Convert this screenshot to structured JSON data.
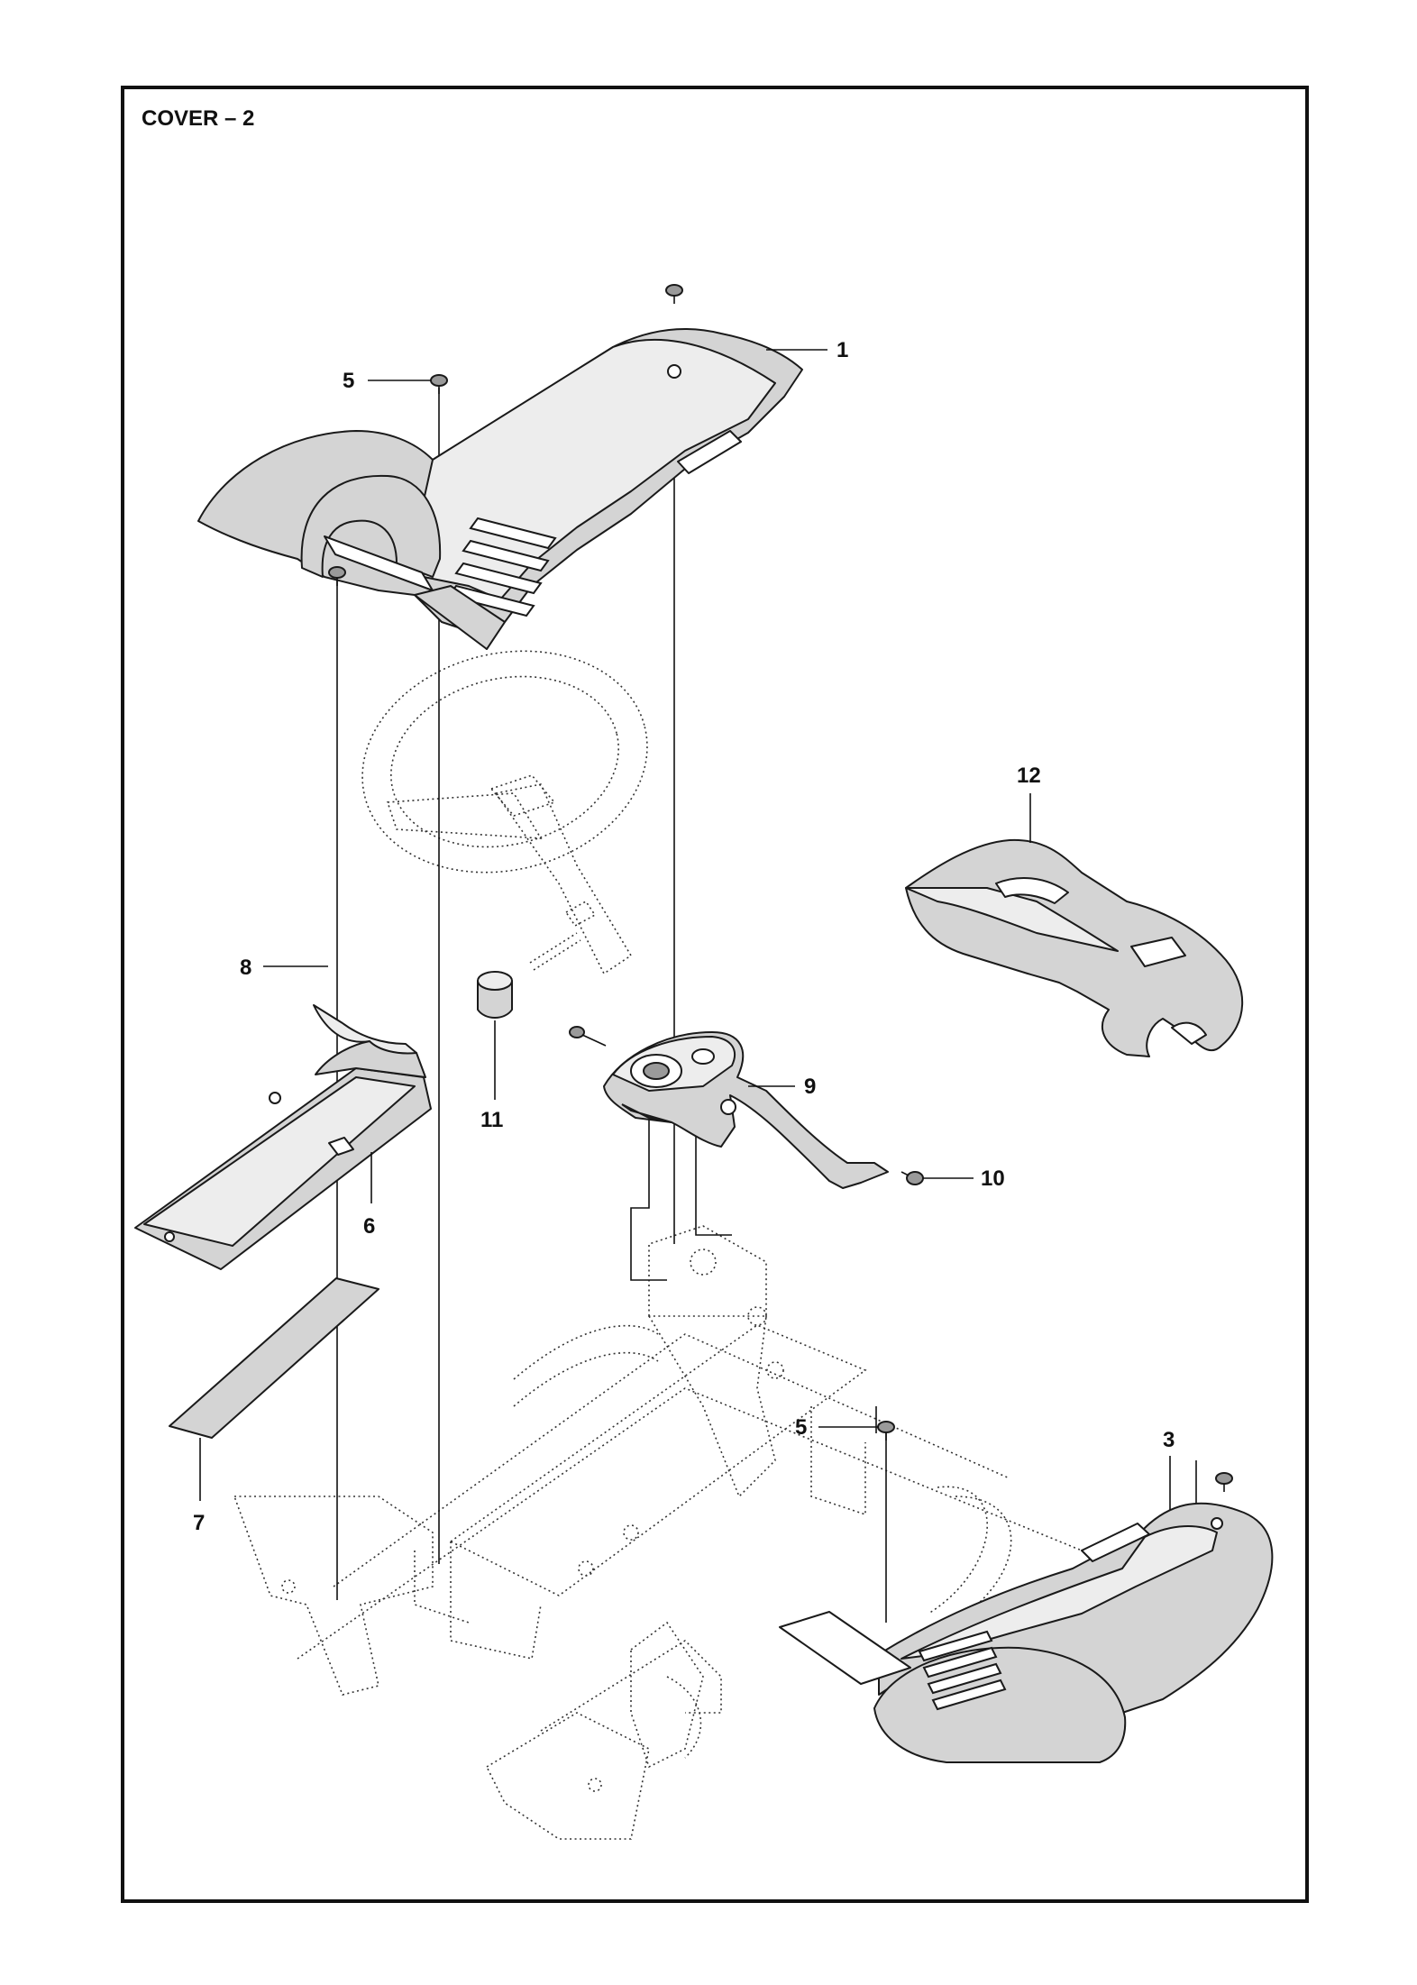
{
  "title": "COVER – 2",
  "callouts": [
    {
      "id": "1",
      "label": "1"
    },
    {
      "id": "3",
      "label": "3"
    },
    {
      "id": "5a",
      "label": "5"
    },
    {
      "id": "5b",
      "label": "5"
    },
    {
      "id": "6",
      "label": "6"
    },
    {
      "id": "7",
      "label": "7"
    },
    {
      "id": "8",
      "label": "8"
    },
    {
      "id": "9",
      "label": "9"
    },
    {
      "id": "10",
      "label": "10"
    },
    {
      "id": "11",
      "label": "11"
    },
    {
      "id": "12",
      "label": "12"
    }
  ]
}
